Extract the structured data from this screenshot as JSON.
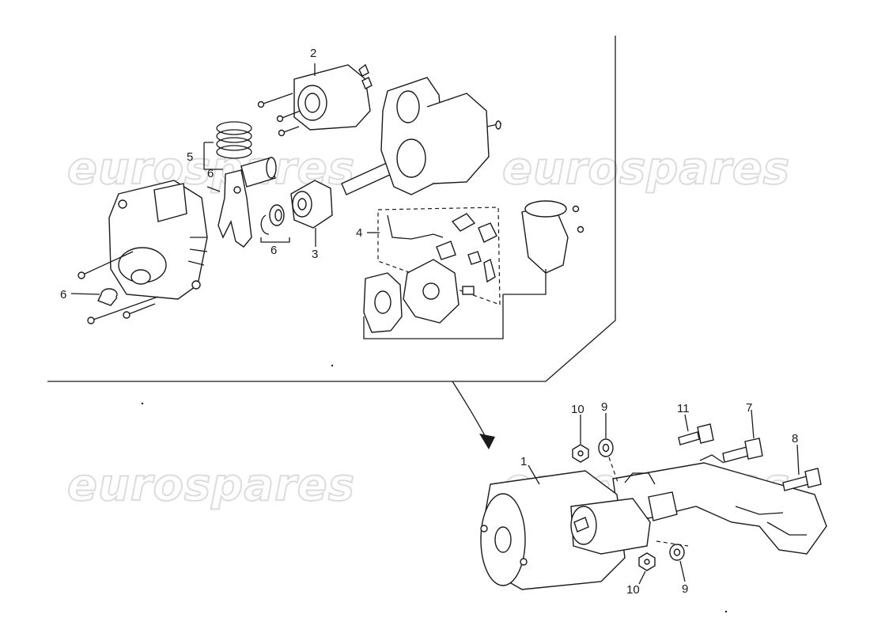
{
  "watermark": {
    "text": "eurospares"
  },
  "callouts": {
    "c1": "1",
    "c2": "2",
    "c3": "3",
    "c4": "4",
    "c5": "5",
    "c6a": "6",
    "c6b": "6",
    "c6c": "6",
    "c7": "7",
    "c8": "8",
    "c9a": "9",
    "c9b": "9",
    "c10a": "10",
    "c10b": "10",
    "c11": "11"
  }
}
